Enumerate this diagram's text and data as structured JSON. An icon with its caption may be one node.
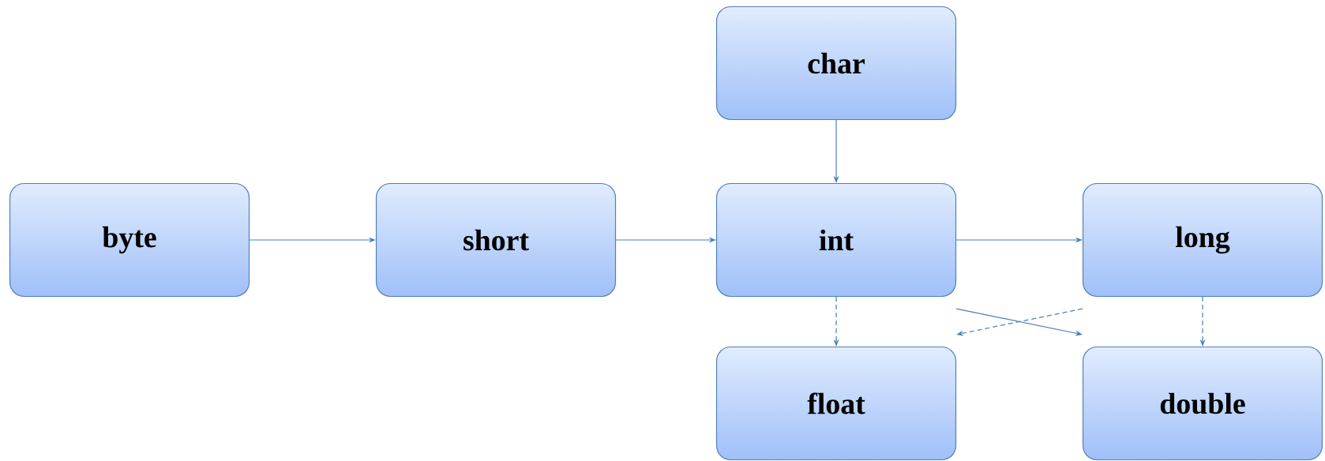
{
  "diagram": {
    "nodes": [
      {
        "text": [
          "char"
        ]
      },
      {
        "text": [
          "byte"
        ]
      },
      {
        "text": [
          "short"
        ]
      },
      {
        "text": [
          "int"
        ]
      },
      {
        "text": [
          "long"
        ]
      },
      {
        "text": [
          "float"
        ]
      },
      {
        "text": [
          "double"
        ]
      }
    ],
    "edges": [
      {
        "from": 1,
        "to": 2,
        "arrow": "to"
      },
      {
        "from": 2,
        "to": 3,
        "arrow": "to"
      },
      {
        "from": 0,
        "to": 3,
        "arrow": "to"
      },
      {
        "from": 3,
        "to": 4,
        "arrow": "to"
      },
      {
        "from": 3,
        "to": 6,
        "arrow": "to"
      },
      {
        "from": 3,
        "to": 5,
        "arrow": "to",
        "style": "dashed"
      },
      {
        "from": 4,
        "to": 5,
        "arrow": "to",
        "style": "dashed"
      },
      {
        "from": 4,
        "to": 6,
        "arrow": "to",
        "style": "dashed"
      }
    ]
  }
}
